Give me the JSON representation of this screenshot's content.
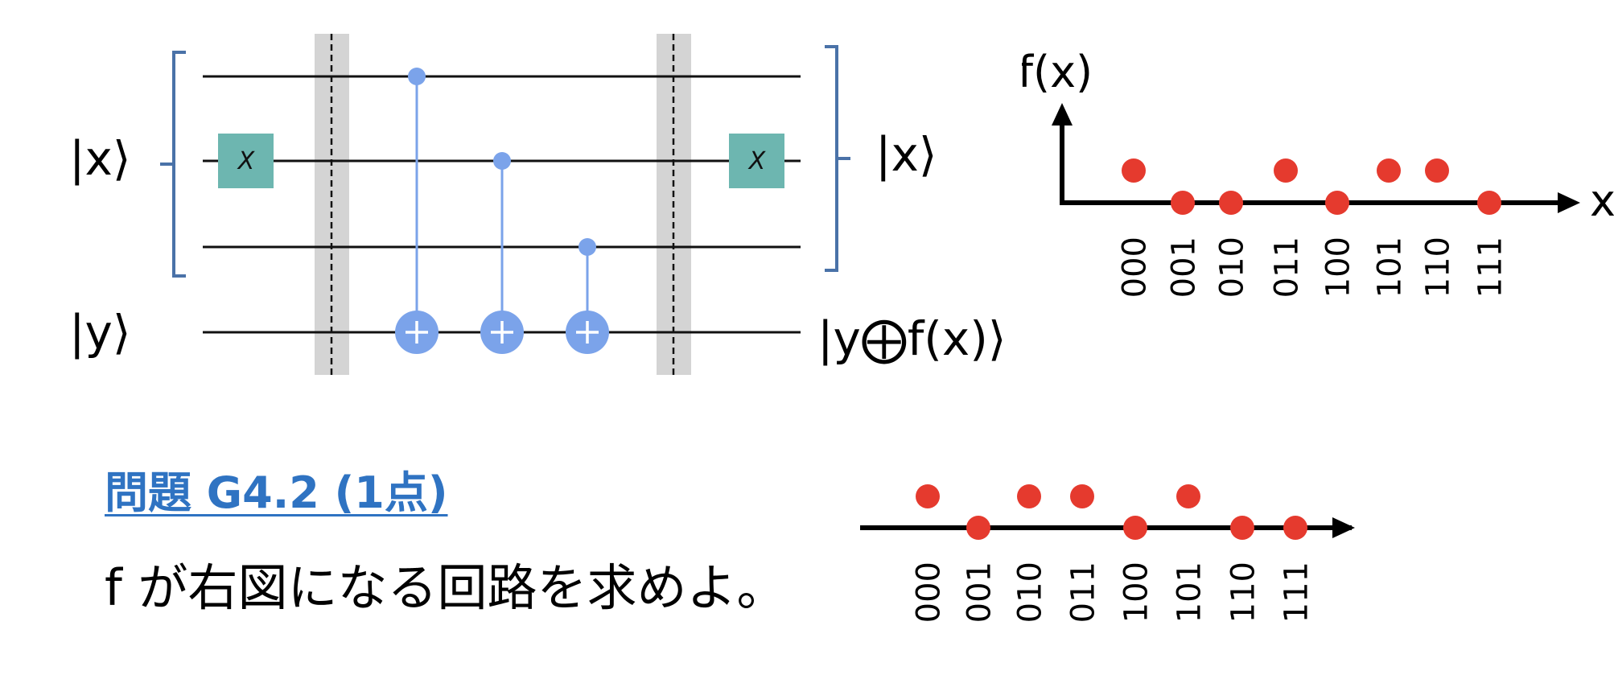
{
  "circuit": {
    "input_x_label": "|x⟩",
    "input_y_label": "|y⟩",
    "output_x_label": "|x⟩",
    "output_y_label": "|y⨁f(x)⟩",
    "x_gate_label": "X",
    "colors": {
      "wire": "#111111",
      "x_gate": "#6db6b0",
      "control": "#7ba3ea",
      "bracket": "#4a72a8",
      "barrier": "#d4d4d4"
    }
  },
  "problem": {
    "title": "問題 G4.2 (1点)",
    "statement": "f が右図になる回路を求めよ。",
    "title_color": "#2f73c2"
  },
  "chart_data": [
    {
      "type": "scatter",
      "ylabel": "f(x)",
      "xlabel": "x",
      "categories": [
        "000",
        "001",
        "010",
        "011",
        "100",
        "101",
        "110",
        "111"
      ],
      "values": [
        1,
        0,
        0,
        1,
        0,
        1,
        1,
        0
      ],
      "point_color": "#e53a2e"
    },
    {
      "type": "scatter",
      "ylabel": "",
      "xlabel": "",
      "categories": [
        "000",
        "001",
        "010",
        "011",
        "100",
        "101",
        "110",
        "111"
      ],
      "values": [
        1,
        0,
        1,
        1,
        0,
        1,
        0,
        0
      ],
      "point_color": "#e53a2e"
    }
  ]
}
